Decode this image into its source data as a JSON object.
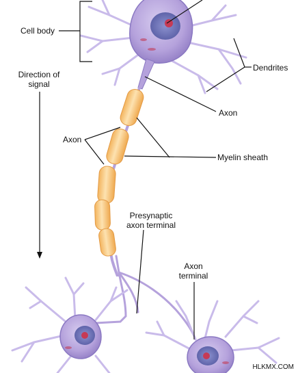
{
  "labels": {
    "cell_body": "Cell body",
    "direction_line1": "Direction of",
    "direction_line2": "signal",
    "dendrites": "Dendrites",
    "axon_top": "Axon",
    "axon_left": "Axon",
    "myelin_sheath": "Myelin sheath",
    "presynaptic_line1": "Presynaptic",
    "presynaptic_line2": "axon terminal",
    "axon_terminal_line1": "Axon",
    "axon_terminal_line2": "terminal"
  },
  "watermark": "HLKMX.COM",
  "colors": {
    "cell_fill": "#b7a6dc",
    "cell_edge": "#8a78c2",
    "nucleus": "#6d74b8",
    "nucleolus": "#c63a55",
    "myelin_fill": "#f7c77e",
    "myelin_edge": "#e39a45",
    "leader_line": "#111111"
  }
}
